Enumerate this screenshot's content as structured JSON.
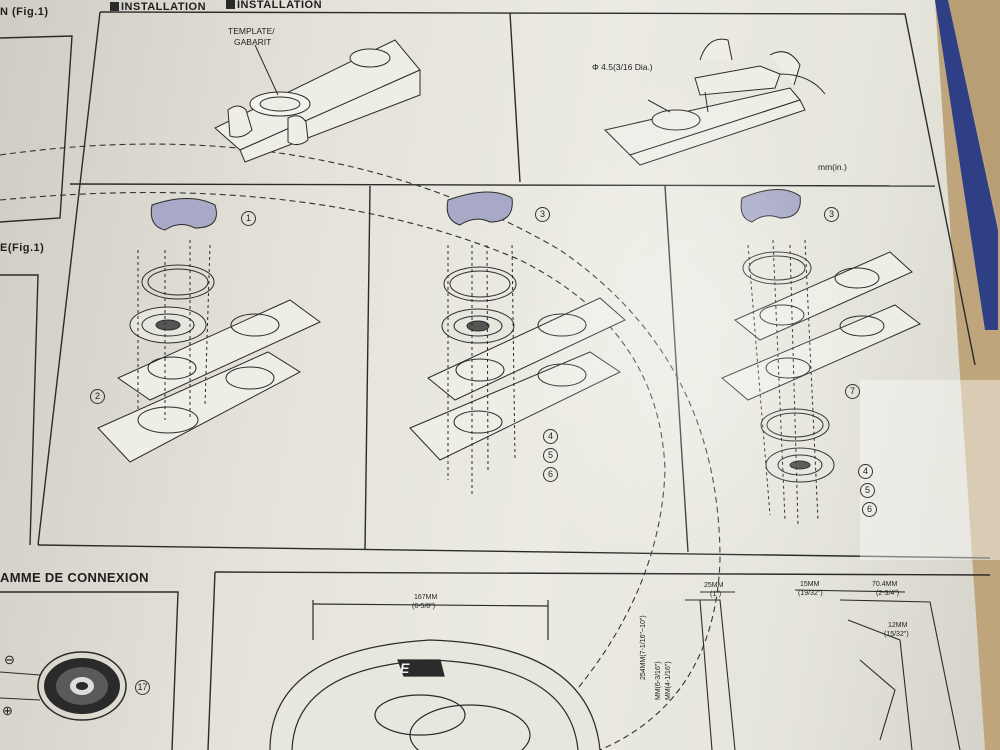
{
  "header": {
    "left_fig": "N (Fig.1)",
    "install_en": "INSTALLATION",
    "install_fr": "INSTALLATION"
  },
  "left_panel": {
    "fig_label": "E(Fig.1)",
    "connection_title": "AMME DE CONNEXION",
    "minus": "⊖",
    "plus": "⊕",
    "logo": "E"
  },
  "template_step": {
    "label_line1": "TEMPLATE/",
    "label_line2": "GABARIT"
  },
  "drill_step": {
    "hole_size": "Φ 4.5(3/16 Dia.)",
    "unit": "mm(in.)"
  },
  "callouts": [
    "1",
    "2",
    "3",
    "4",
    "5",
    "6",
    "7",
    "17"
  ],
  "dimensions": {
    "width_mm": "167MM",
    "width_in": "(6-5/8\")",
    "depth_mm": "25MM",
    "depth_in": "(1\")",
    "side_mm": "15MM",
    "side_in": "(19/32\")",
    "overall_mm": "70.4MM",
    "overall_in": "(2-3/4\")",
    "inner_mm": "12MM",
    "inner_in": "(15/32\")",
    "height_a": "254MM(7-1/16\"~10\")",
    "height_b": "MM(6-3/16\")",
    "height_c": "MM(4-1/16\")"
  }
}
